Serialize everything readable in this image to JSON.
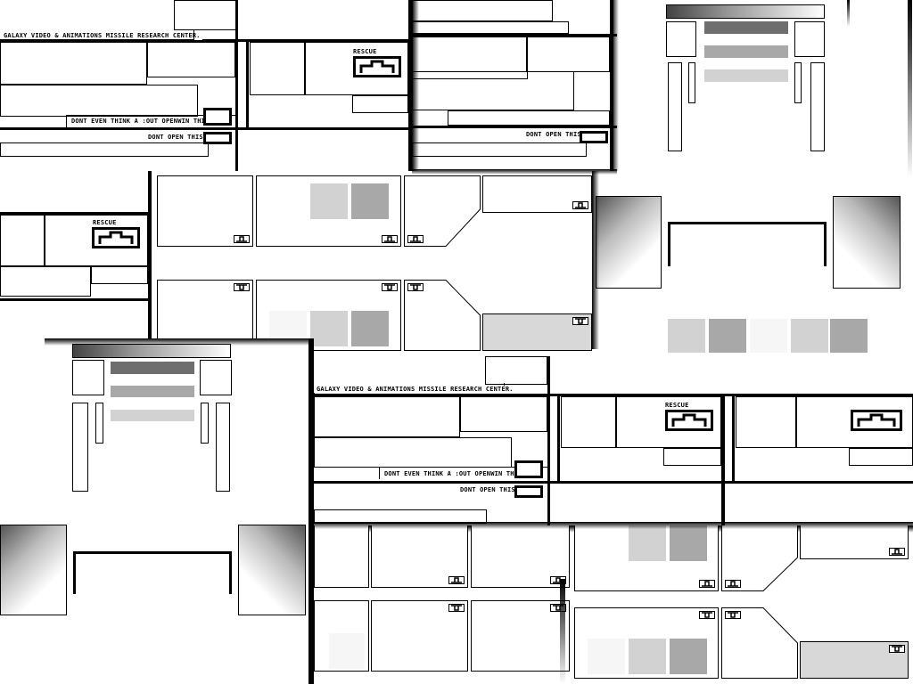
{
  "window_a": {
    "title": "GALAXY VIDEO & ANIMATIONS MISSILE RESEARCH CENTER.",
    "rescue_label": "RESCUE",
    "dont_think_label": "DONT EVEN THINK A :OUT OPENWIN THIS:",
    "dont_open_label": "DONT OPEN THIS:"
  },
  "window_b": {
    "rescue_label": "RESCUE"
  },
  "window_c": {
    "title": "GALAXY VIDEO & ANIMATIONS MISSILE RESEARCH CENTER.",
    "rescue_label": "RESCUE",
    "dont_think_label": "DONT EVEN THINK A :OUT OPENWIN THIS:",
    "dont_open_label": "DONT OPEN THIS:"
  },
  "window_d": {
    "dont_open_label": "DONT OPEN THIS:"
  },
  "colors": {
    "ink": "#000000",
    "paper": "#ffffff",
    "swatch_light": "#d2d2d2",
    "swatch_mid": "#a8a8a8",
    "swatch_dark": "#6e6e6e",
    "tile_fill": "#d8d8d8"
  },
  "icons": {
    "tile_up": "stand-icon",
    "tile_down": "tee-icon",
    "rescue": "rescue-bracket-icon"
  }
}
